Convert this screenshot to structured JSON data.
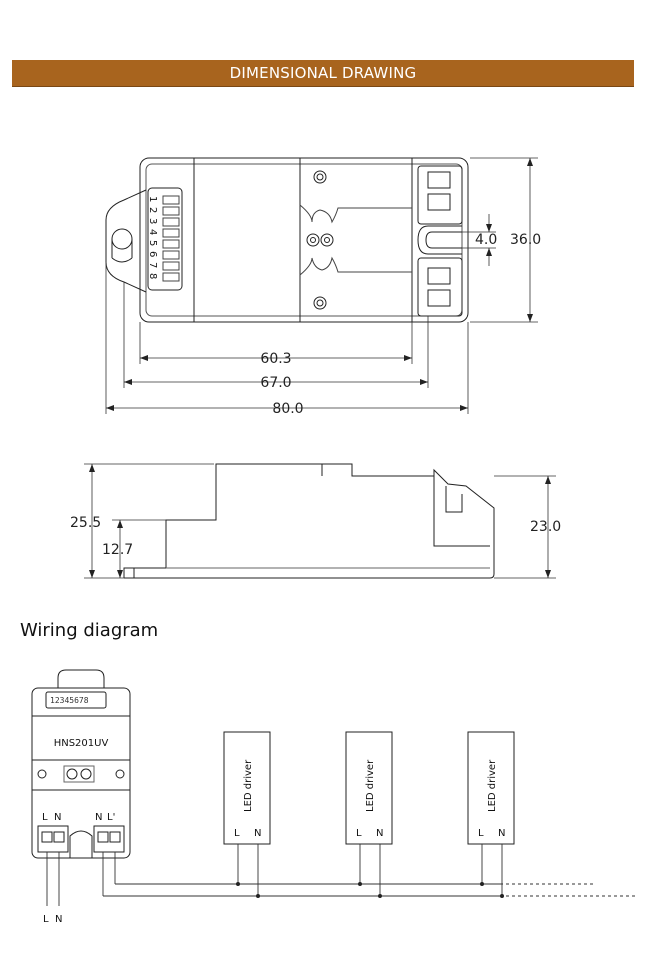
{
  "header": {
    "title": "DIMENSIONAL DRAWING"
  },
  "top_view": {
    "dims": {
      "d1": "60.3",
      "d2": "67.0",
      "d3": "80.0",
      "height": "36.0",
      "gap": "4.0"
    },
    "dip_labels": [
      "1",
      "2",
      "3",
      "4",
      "5",
      "6",
      "7",
      "8"
    ]
  },
  "side_view": {
    "dims": {
      "h1": "25.5",
      "h2": "12.7",
      "h3": "23.0"
    }
  },
  "wiring": {
    "title": "Wiring diagram",
    "device": {
      "model": "HNS201UV",
      "dip_text": "12345678",
      "left_terminals": [
        "L",
        "N"
      ],
      "right_terminals": [
        "N",
        "L'"
      ]
    },
    "supply_labels": [
      "L",
      "N"
    ],
    "drivers": [
      {
        "label": "LED driver",
        "terminals": [
          "L",
          "N"
        ]
      },
      {
        "label": "LED driver",
        "terminals": [
          "L",
          "N"
        ]
      },
      {
        "label": "LED driver",
        "terminals": [
          "L",
          "N"
        ]
      }
    ]
  }
}
